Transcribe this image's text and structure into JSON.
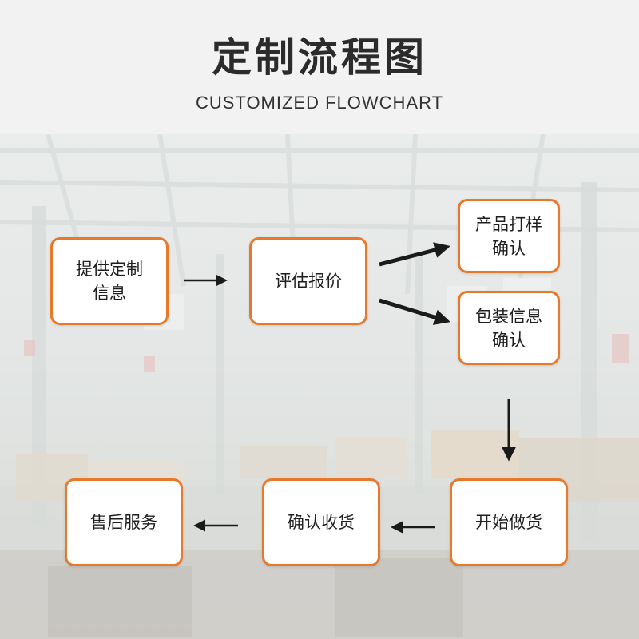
{
  "header": {
    "title": "定制流程图",
    "subtitle": "CUSTOMIZED FLOWCHART"
  },
  "colors": {
    "node_border": "#e8782a",
    "node_fill": "#ffffff",
    "arrow": "#1a1a1a"
  },
  "nodes": [
    {
      "id": "provide-info",
      "lines": [
        "提供定制",
        "信息"
      ]
    },
    {
      "id": "evaluate-quote",
      "lines": [
        "评估报价"
      ]
    },
    {
      "id": "sample-confirm",
      "lines": [
        "产品打样",
        "确认"
      ]
    },
    {
      "id": "packaging-confirm",
      "lines": [
        "包装信息",
        "确认"
      ]
    },
    {
      "id": "start-production",
      "lines": [
        "开始做货"
      ]
    },
    {
      "id": "confirm-receipt",
      "lines": [
        "确认收货"
      ]
    },
    {
      "id": "after-sales",
      "lines": [
        "售后服务"
      ]
    }
  ]
}
